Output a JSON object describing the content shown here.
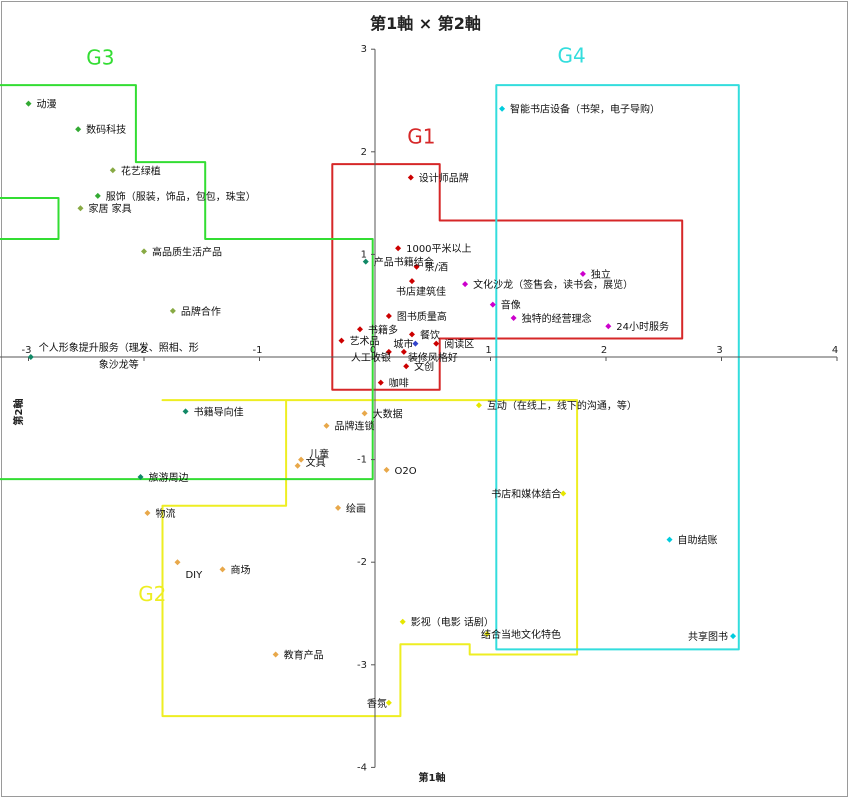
{
  "chart_data": {
    "type": "scatter",
    "title": "第1軸 × 第2軸",
    "xlabel": "第1軸",
    "ylabel": "第2軸",
    "xlim": [
      -3.3,
      4
    ],
    "ylim": [
      -4,
      3
    ],
    "xticks": [
      -3,
      -2,
      -1,
      0,
      1,
      2,
      3,
      4
    ],
    "xtick_labels": [
      "-3",
      "-2",
      "-1",
      "0",
      "1",
      "2",
      "3",
      "4"
    ],
    "yticks": [
      -4,
      -3,
      -2,
      -1,
      0,
      1,
      2,
      3
    ],
    "ytick_labels": [
      "-4",
      "-3",
      "-2",
      "-1",
      "",
      "1",
      "2",
      "3"
    ],
    "grid": false,
    "colors": {
      "g1": "#d62728",
      "g2": "#eeee22",
      "g3": "#33dd33",
      "g4": "#33dddd",
      "red_point": "#cc0000",
      "orange_point": "#e8a84a",
      "yellow_point": "#e6e600",
      "cyan_point": "#00ccdd",
      "magenta_point": "#cc00cc",
      "green_point": "#33aa33",
      "teal_point": "#118866",
      "blue_point": "#3344cc"
    },
    "groups": [
      {
        "name": "G1",
        "color": "#d62728"
      },
      {
        "name": "G2",
        "color": "#eeee22"
      },
      {
        "name": "G3",
        "color": "#33dd33"
      },
      {
        "name": "G4",
        "color": "#33dddd"
      }
    ],
    "points": [
      {
        "label": "动漫",
        "x": -3.0,
        "y": 2.47,
        "color": "#33aa33"
      },
      {
        "label": "数码科技",
        "x": -2.57,
        "y": 2.22,
        "color": "#33aa33"
      },
      {
        "label": "花艺绿植",
        "x": -2.27,
        "y": 1.82,
        "color": "#88aa44"
      },
      {
        "label": "服饰（服装，饰品，包包，珠宝）",
        "x": -2.4,
        "y": 1.57,
        "color": "#33aa33"
      },
      {
        "label": "家居 家具",
        "x": -2.55,
        "y": 1.45,
        "color": "#88aa44"
      },
      {
        "label": "高品质生活产品",
        "x": -2.0,
        "y": 1.03,
        "color": "#88aa44"
      },
      {
        "label": "品牌合作",
        "x": -1.75,
        "y": 0.45,
        "color": "#88aa44"
      },
      {
        "label": "个人形象提升服务（理发、照相、形象沙龙等",
        "x": -2.98,
        "y": 0.0,
        "color": "#118866"
      },
      {
        "label": "书籍导向佳",
        "x": -1.64,
        "y": -0.53,
        "color": "#118866"
      },
      {
        "label": "旅游周边",
        "x": -2.03,
        "y": -1.17,
        "color": "#118866"
      },
      {
        "label": "产品书籍结合",
        "x": -0.08,
        "y": 0.93,
        "color": "#118866"
      },
      {
        "label": "设计师品牌",
        "x": 0.31,
        "y": 1.75,
        "color": "#cc0000"
      },
      {
        "label": "1000平米以上",
        "x": 0.2,
        "y": 1.06,
        "color": "#cc0000"
      },
      {
        "label": "茶/酒",
        "x": 0.36,
        "y": 0.88,
        "color": "#cc0000"
      },
      {
        "label": "书店建筑佳",
        "x": 0.32,
        "y": 0.74,
        "color": "#cc0000"
      },
      {
        "label": "图书质量高",
        "x": 0.12,
        "y": 0.4,
        "color": "#cc0000"
      },
      {
        "label": "书籍多",
        "x": -0.13,
        "y": 0.27,
        "color": "#cc0000"
      },
      {
        "label": "艺术品",
        "x": -0.29,
        "y": 0.16,
        "color": "#cc0000"
      },
      {
        "label": "餐饮",
        "x": 0.32,
        "y": 0.22,
        "color": "#cc0000"
      },
      {
        "label": "城市",
        "x": 0.35,
        "y": 0.13,
        "color": "#3344cc"
      },
      {
        "label": "阅读区",
        "x": 0.53,
        "y": 0.13,
        "color": "#cc0000"
      },
      {
        "label": "人工收银",
        "x": 0.12,
        "y": 0.05,
        "color": "#cc0000"
      },
      {
        "label": "装修风格好",
        "x": 0.25,
        "y": 0.05,
        "color": "#cc0000"
      },
      {
        "label": "文创",
        "x": 0.27,
        "y": -0.09,
        "color": "#cc0000"
      },
      {
        "label": "咖啡",
        "x": 0.05,
        "y": -0.25,
        "color": "#cc0000"
      },
      {
        "label": "文化沙龙（签售会，读书会，展览）",
        "x": 0.78,
        "y": 0.71,
        "color": "#cc00cc"
      },
      {
        "label": "音像",
        "x": 1.02,
        "y": 0.51,
        "color": "#cc00cc"
      },
      {
        "label": "独特的经营理念",
        "x": 1.2,
        "y": 0.38,
        "color": "#cc00cc"
      },
      {
        "label": "独立",
        "x": 1.8,
        "y": 0.81,
        "color": "#cc00cc"
      },
      {
        "label": "24小时服务",
        "x": 2.02,
        "y": 0.3,
        "color": "#cc00cc"
      },
      {
        "label": "智能书店设备（书架，电子导购）",
        "x": 1.1,
        "y": 2.42,
        "color": "#00ccdd"
      },
      {
        "label": "自助结账",
        "x": 2.55,
        "y": -1.78,
        "color": "#00ccdd"
      },
      {
        "label": "共享图书",
        "x": 3.1,
        "y": -2.72,
        "color": "#00ccdd"
      },
      {
        "label": "互动（在线上，线下的沟通，等）",
        "x": 0.9,
        "y": -0.47,
        "color": "#e6e600"
      },
      {
        "label": "书店和媒体结合",
        "x": 1.63,
        "y": -1.33,
        "color": "#e6e600"
      },
      {
        "label": "结合当地文化特色",
        "x": 0.97,
        "y": -2.7,
        "color": "#e6e600"
      },
      {
        "label": "影视（电影 话剧）",
        "x": 0.24,
        "y": -2.58,
        "color": "#e6e600"
      },
      {
        "label": "香氛",
        "x": 0.12,
        "y": -3.37,
        "color": "#e6e600"
      },
      {
        "label": "大数据",
        "x": -0.09,
        "y": -0.55,
        "color": "#e8a84a"
      },
      {
        "label": "品牌连锁",
        "x": -0.42,
        "y": -0.67,
        "color": "#e8a84a"
      },
      {
        "label": "儿童",
        "x": -0.64,
        "y": -1.0,
        "color": "#e8a84a"
      },
      {
        "label": "文具",
        "x": -0.67,
        "y": -1.06,
        "color": "#e8a84a"
      },
      {
        "label": "O2O",
        "x": 0.1,
        "y": -1.1,
        "color": "#e8a84a"
      },
      {
        "label": "绘画",
        "x": -0.32,
        "y": -1.47,
        "color": "#e8a84a"
      },
      {
        "label": "物流",
        "x": -1.97,
        "y": -1.52,
        "color": "#e8a84a"
      },
      {
        "label": "DIY",
        "x": -1.71,
        "y": -2.0,
        "color": "#e8a84a"
      },
      {
        "label": "商场",
        "x": -1.32,
        "y": -2.07,
        "color": "#e8a84a"
      },
      {
        "label": "教育产品",
        "x": -0.86,
        "y": -2.9,
        "color": "#e8a84a"
      }
    ]
  }
}
